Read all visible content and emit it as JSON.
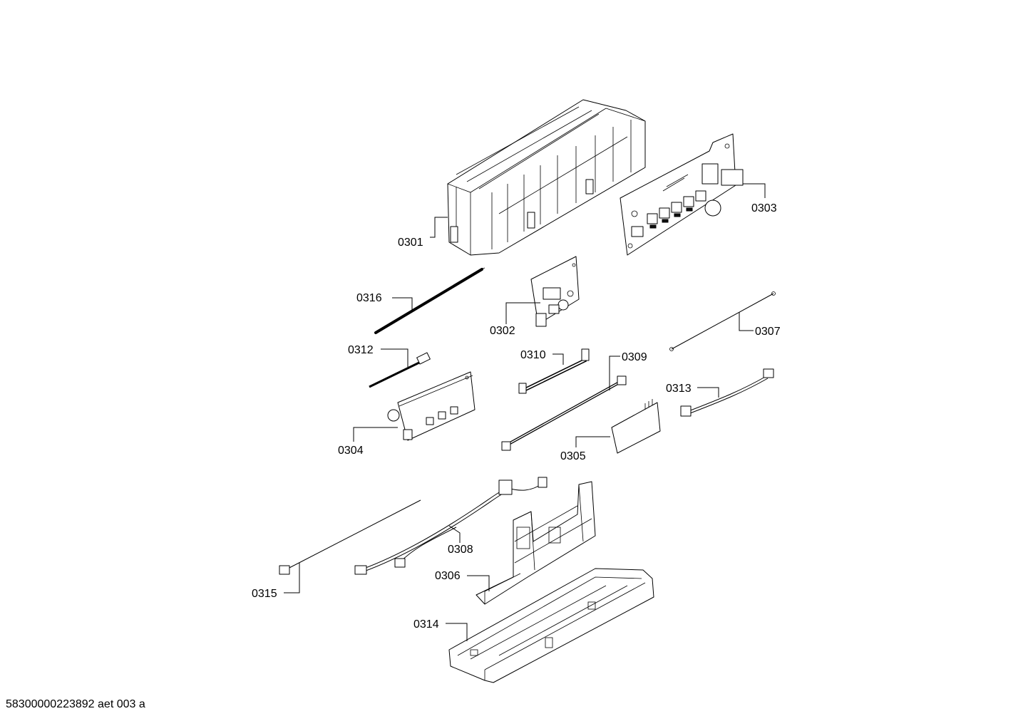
{
  "labels": {
    "p0301": "0301",
    "p0302": "0302",
    "p0303": "0303",
    "p0304": "0304",
    "p0305": "0305",
    "p0306": "0306",
    "p0307": "0307",
    "p0308": "0308",
    "p0309": "0309",
    "p0310": "0310",
    "p0312": "0312",
    "p0313": "0313",
    "p0314": "0314",
    "p0315": "0315",
    "p0316": "0316"
  },
  "footer": "58300000223892 aet 003 a"
}
